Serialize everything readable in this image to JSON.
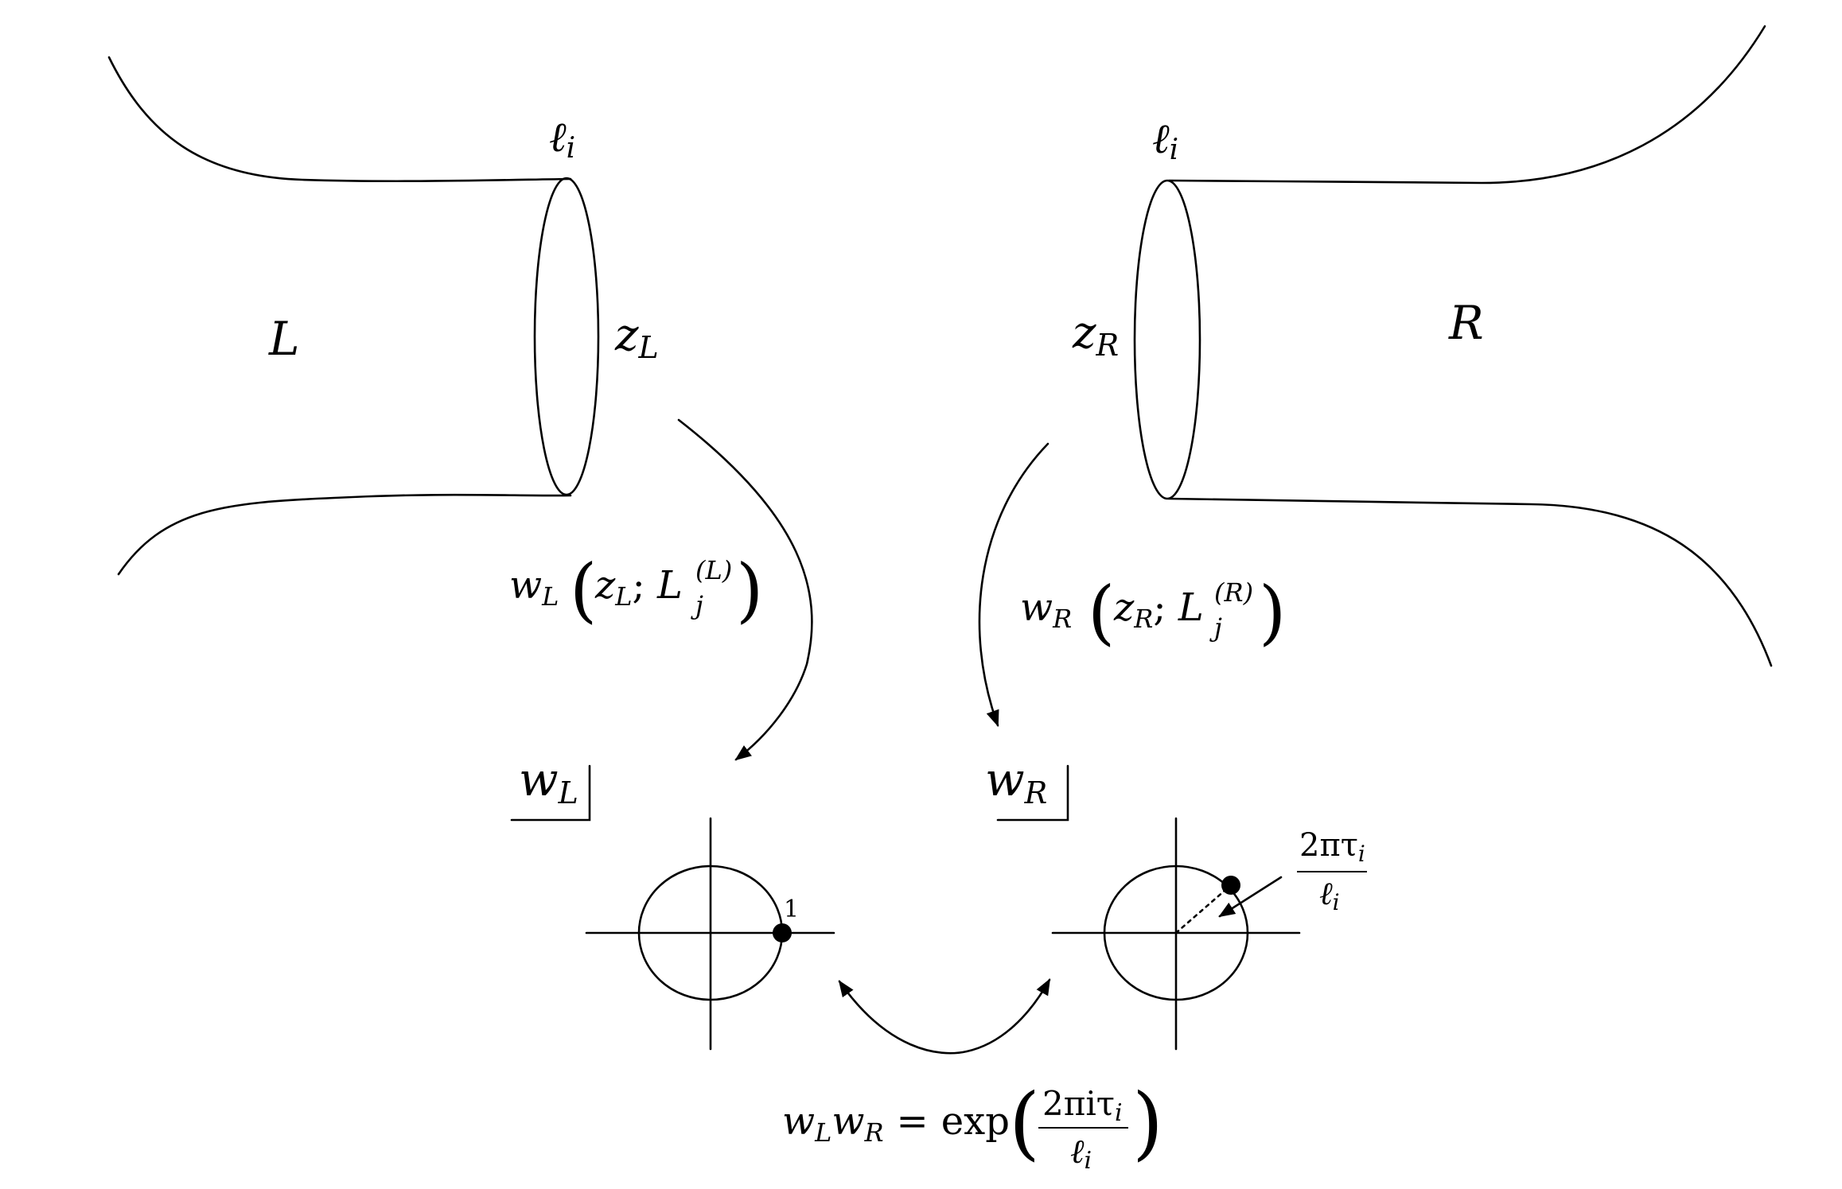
{
  "left_region": {
    "label": "L",
    "curve_label": "ℓ",
    "curve_index": "i",
    "coord": "z",
    "coord_sub": "L"
  },
  "right_region": {
    "label": "R",
    "curve_label": "ℓ",
    "curve_index": "i",
    "coord": "z",
    "coord_sub": "R"
  },
  "left_map": {
    "w": "w",
    "w_sub": "L",
    "open": "(",
    "z": "z",
    "z_sub": "L",
    "sep": "; ",
    "L": "L",
    "L_sub": "j",
    "L_sup": "(L)",
    "close": ")"
  },
  "right_map": {
    "w": "w",
    "w_sub": "R",
    "open": "(",
    "z": "z",
    "z_sub": "R",
    "sep": "; ",
    "L": "L",
    "L_sub": "j",
    "L_sup": "(R)",
    "close": ")"
  },
  "left_plane": {
    "label": "w",
    "label_sub": "L",
    "point_label": "1"
  },
  "right_plane": {
    "label": "w",
    "label_sub": "R",
    "angle_num": "2πτ",
    "angle_num_sub": "i",
    "angle_den": "ℓ",
    "angle_den_sub": "i"
  },
  "gluing": {
    "lhs_w1": "w",
    "lhs_w1_sub": "L",
    "lhs_w2": "w",
    "lhs_w2_sub": "R",
    "eq": "=",
    "func": "exp",
    "open": "(",
    "close": ")",
    "num": "2πiτ",
    "num_sub": "i",
    "den": "ℓ",
    "den_sub": "i"
  },
  "colors": {
    "ink": "#000000",
    "background": "#ffffff"
  }
}
